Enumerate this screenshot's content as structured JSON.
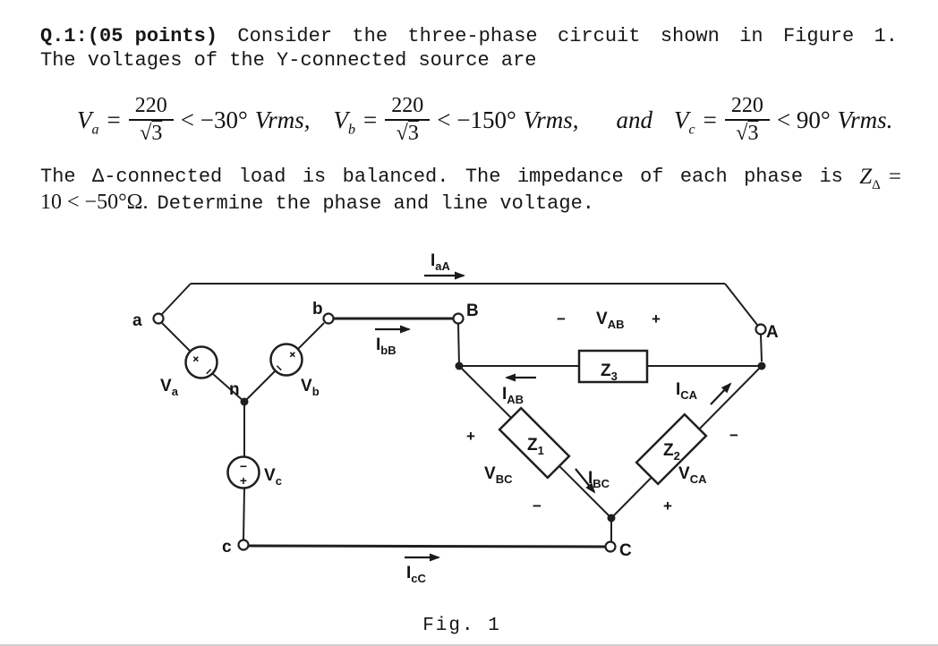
{
  "header": {
    "q_label": "Q.1:(05 points)",
    "line1_words": [
      "Consider",
      "the",
      "three-phase",
      "circuit",
      "shown",
      "in",
      "Figure",
      "1."
    ],
    "line2": "The voltages of the Y-connected source are"
  },
  "equations": {
    "eq1": {
      "v": "V",
      "sub": "a",
      "eq": "=",
      "num": "220",
      "root": "√",
      "den": "3",
      "sym": "< −30°",
      "unit": "Vrms,"
    },
    "eq2": {
      "v": "V",
      "sub": "b",
      "eq": "=",
      "num": "220",
      "root": "√",
      "den": "3",
      "sym": "< −150°",
      "unit": "Vrms,"
    },
    "and_word": "and",
    "eq3": {
      "v": "V",
      "sub": "c",
      "eq": "=",
      "num": "220",
      "root": "√",
      "den": "3",
      "sym": "< 90°",
      "unit": "Vrms."
    }
  },
  "body": {
    "line1_words": [
      "The",
      "Δ-connected",
      "load",
      "is",
      "balanced.",
      "The",
      "impedance",
      "of",
      "each",
      "phase",
      "is"
    ],
    "z_main": "Z",
    "z_sub": "Δ",
    "z_eq": "=",
    "line2_math": "10 < −50°Ω.",
    "line2_text": "Determine the phase and line voltage."
  },
  "figure": {
    "caption": "Fig. 1",
    "nodes": {
      "a": "a",
      "b": "b",
      "n": "n",
      "c": "c",
      "A": "A",
      "B": "B",
      "C": "C"
    },
    "sources": {
      "va_main": "V",
      "va_sub": "a",
      "vb_main": "V",
      "vb_sub": "b",
      "vc_main": "V",
      "vc_sub": "c"
    },
    "impedances": {
      "z1_main": "Z",
      "z1_sub": "1",
      "z2_main": "Z",
      "z2_sub": "2",
      "z3_main": "Z",
      "z3_sub": "3"
    },
    "currents": {
      "iaA_main": "I",
      "iaA_sub": "aA",
      "ibB_main": "I",
      "ibB_sub": "bB",
      "icC_main": "I",
      "icC_sub": "cC",
      "iAB_main": "I",
      "iAB_sub": "AB",
      "iBC_main": "I",
      "iBC_sub": "BC",
      "iCA_main": "I",
      "iCA_sub": "CA"
    },
    "voltages": {
      "vAB_main": "V",
      "vAB_sub": "AB",
      "vBC_main": "V",
      "vBC_sub": "BC",
      "vCA_main": "V",
      "vCA_sub": "CA"
    },
    "signs": {
      "plus": "+",
      "minus": "−"
    },
    "colors": {
      "ink": "#1f1f1f",
      "paper": "#ffffff"
    }
  }
}
